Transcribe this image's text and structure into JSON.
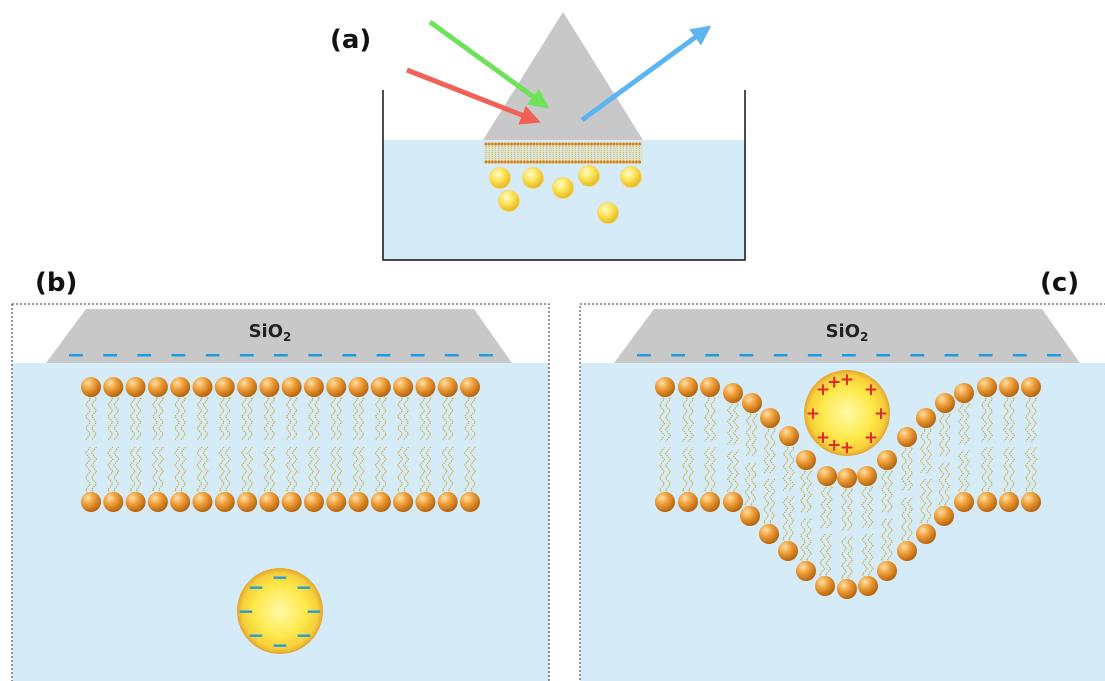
{
  "labels": {
    "a": "(a)",
    "b": "(b)",
    "c": "(c)"
  },
  "prism_material": "SiO",
  "prism_material_subscript": "2",
  "surface_charge_symbol": "−",
  "vesicle_b_charge_symbol": "−",
  "vesicle_c_charge_symbol": "+",
  "colors": {
    "water": "#d6ebf8",
    "prism": "#c8c8c8",
    "incident_beam_1": "#6ee25a",
    "incident_beam_2": "#f26155",
    "reflected_beam": "#5cb5f0",
    "negative_charge": "#1e9be0",
    "positive_charge": "#e02a2a",
    "lipid_head": "#d8831e",
    "vesicle": "#fbe043"
  }
}
